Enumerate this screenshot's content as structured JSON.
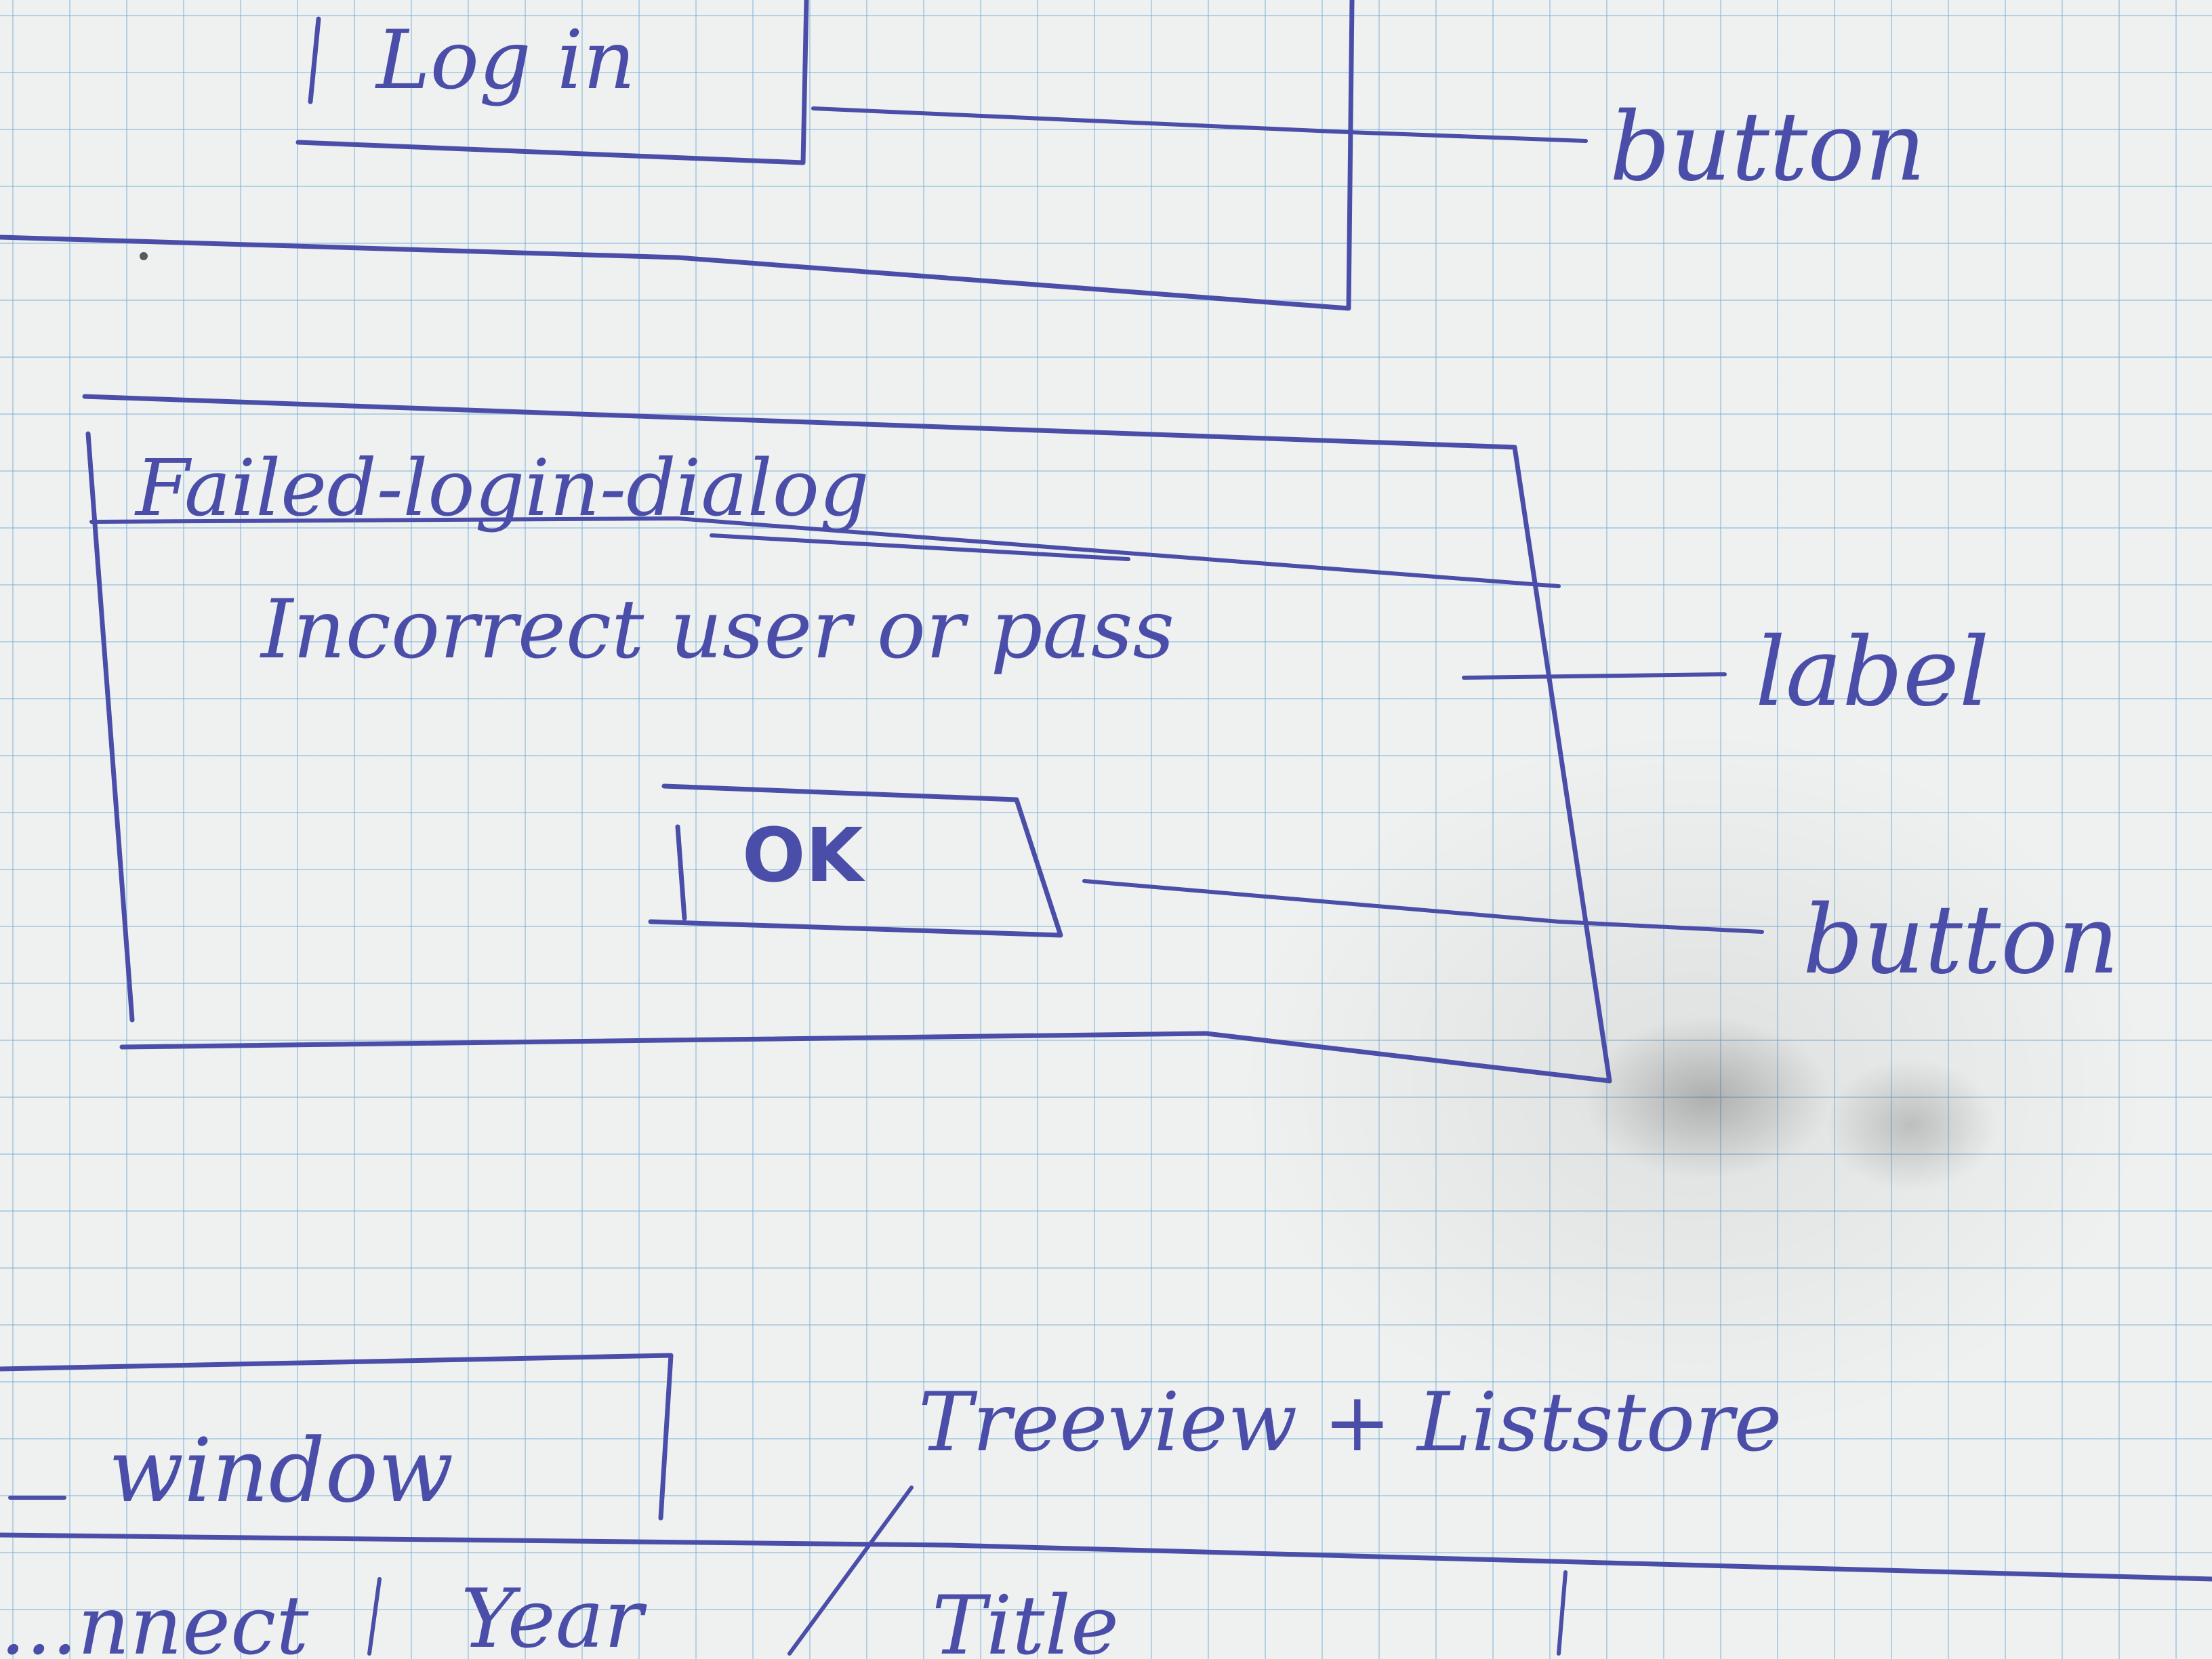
{
  "top_section": {
    "login_button_label": "Log in",
    "button_annotation": "button"
  },
  "failed_login_dialog": {
    "title": "Failed-login-dialog",
    "message_label": "Incorrect user or pass",
    "ok_button_label": "OK",
    "label_annotation": "label",
    "button_annotation": "button"
  },
  "bottom_section": {
    "window_label": "window",
    "treeview_annotation": "Treeview + Liststore",
    "column_headers": [
      "...nnect",
      "Year",
      "Title"
    ]
  },
  "colors": {
    "ink": "#4b4ea8",
    "paper": "#eef1ef",
    "grid": "#6eaad7"
  }
}
